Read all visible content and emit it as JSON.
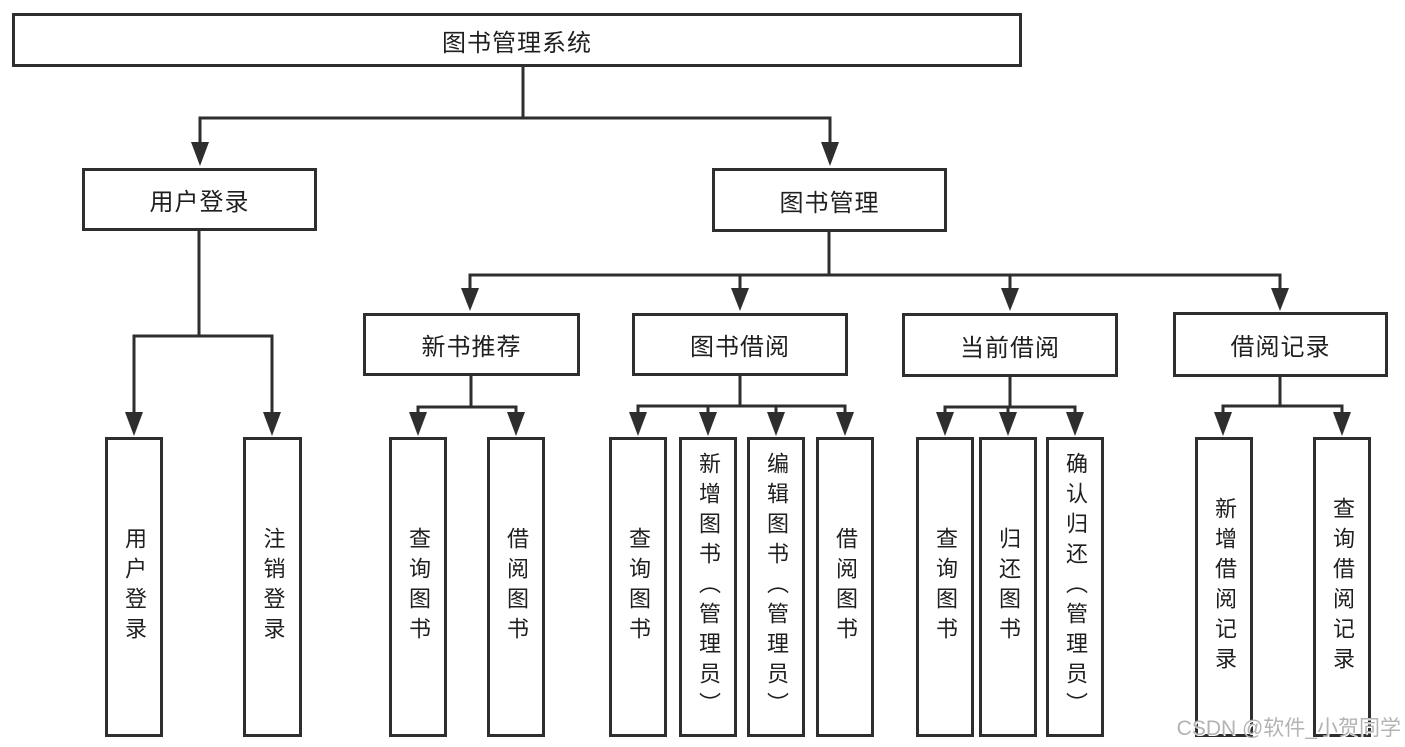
{
  "watermark": {
    "text": "CSDN @软件_小贺同学"
  },
  "colors": {
    "line": "#2e2e2e",
    "box_border": "#2e2e2e",
    "box_fill": "#ffffff",
    "text": "#1f1f1f",
    "watermark": "#b3b3b3",
    "background": "#ffffff"
  },
  "tree": {
    "label": "图书管理系统",
    "children": [
      {
        "label": "用户登录",
        "children": [
          {
            "label": "用户登录"
          },
          {
            "label": "注销登录"
          }
        ]
      },
      {
        "label": "图书管理",
        "children": [
          {
            "label": "新书推荐",
            "children": [
              {
                "label": "查询图书"
              },
              {
                "label": "借阅图书"
              }
            ]
          },
          {
            "label": "图书借阅",
            "children": [
              {
                "label": "查询图书"
              },
              {
                "label": "新增图书（管理员）"
              },
              {
                "label": "编辑图书（管理员）"
              },
              {
                "label": "借阅图书"
              }
            ]
          },
          {
            "label": "当前借阅",
            "children": [
              {
                "label": "查询图书"
              },
              {
                "label": "归还图书"
              },
              {
                "label": "确认归还（管理员）"
              }
            ]
          },
          {
            "label": "借阅记录",
            "children": [
              {
                "label": "新增借阅记录"
              },
              {
                "label": "查询借阅记录"
              }
            ]
          }
        ]
      }
    ]
  }
}
